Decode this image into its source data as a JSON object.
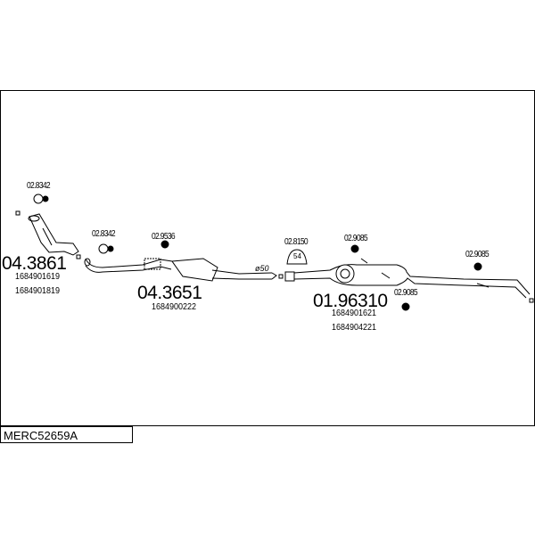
{
  "diagram_code": "MERC52659A",
  "parts": [
    {
      "number": "04.3861",
      "oem": [
        "1684901619",
        "1684901819"
      ]
    },
    {
      "number": "04.3651",
      "oem": [
        "1684900222"
      ]
    },
    {
      "number": "01.96310",
      "oem": [
        "1684901621",
        "1684904221"
      ]
    }
  ],
  "clamps": [
    "02.8342",
    "02.8342",
    "02.9536",
    "02.8150",
    "02.9085",
    "02.9085",
    "02.9085"
  ],
  "clamp_size": "54",
  "pipe_diameter": "ø50"
}
